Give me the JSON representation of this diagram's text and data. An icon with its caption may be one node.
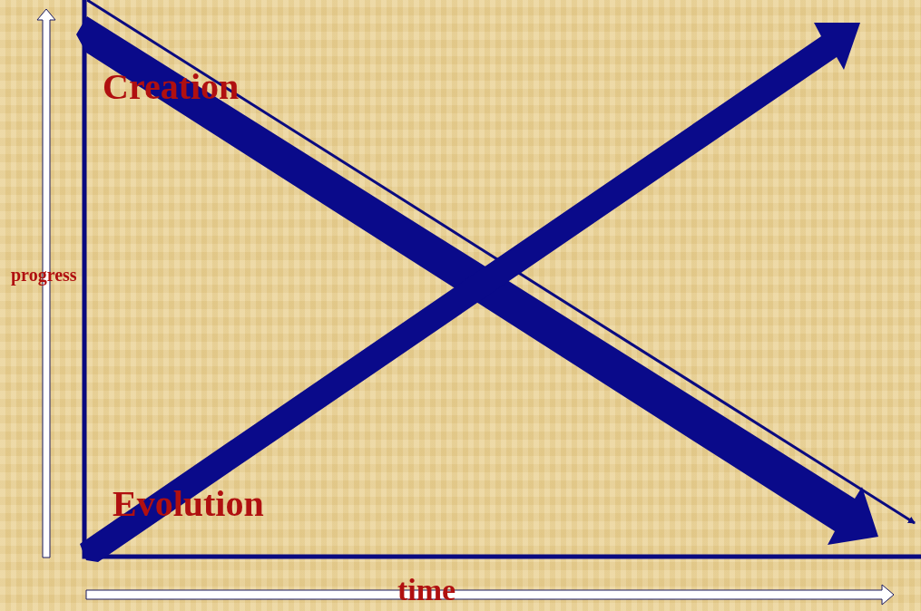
{
  "diagram": {
    "labels": [
      "Creation",
      "progress",
      "Evolution",
      "time"
    ]
  }
}
